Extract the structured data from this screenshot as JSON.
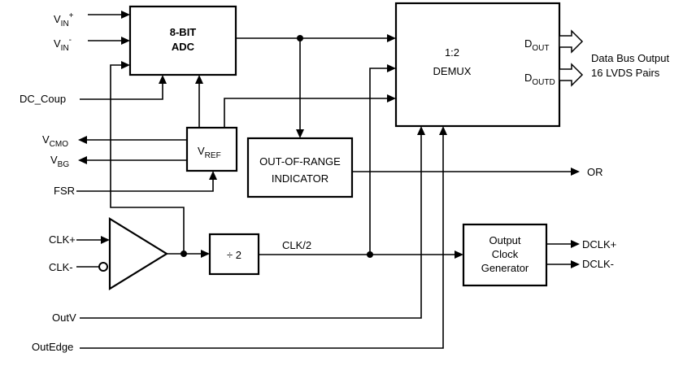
{
  "diagram": {
    "inputs": {
      "vin_plus": {
        "main": "V",
        "sub": "IN",
        "sup": "+"
      },
      "vin_minus": {
        "main": "V",
        "sub": "IN",
        "sup": "-"
      },
      "dc_coup": "DC_Coup",
      "fsr": "FSR",
      "clk_plus": "CLK+",
      "clk_minus": "CLK-",
      "outv": "OutV",
      "outedge": "OutEdge"
    },
    "outputs": {
      "vcmo": {
        "main": "V",
        "sub": "CMO"
      },
      "vbg": {
        "main": "V",
        "sub": "BG"
      },
      "dout": {
        "main": "D",
        "sub": "OUT"
      },
      "doutd": {
        "main": "D",
        "sub": "OUTD"
      },
      "data_bus_line1": "Data Bus Output",
      "data_bus_line2": "16 LVDS Pairs",
      "or": "OR",
      "dclk_plus": "DCLK+",
      "dclk_minus": "DCLK-"
    },
    "blocks": {
      "adc": [
        "8-BIT",
        "ADC"
      ],
      "vref": {
        "main": "V",
        "sub": "REF"
      },
      "out_of_range": [
        "OUT-OF-RANGE",
        "INDICATOR"
      ],
      "demux": [
        "1:2",
        "DEMUX"
      ],
      "divider": "÷ 2",
      "clock_gen": [
        "Output",
        "Clock",
        "Generator"
      ]
    },
    "wires": {
      "clk_div2": "CLK/2"
    }
  }
}
